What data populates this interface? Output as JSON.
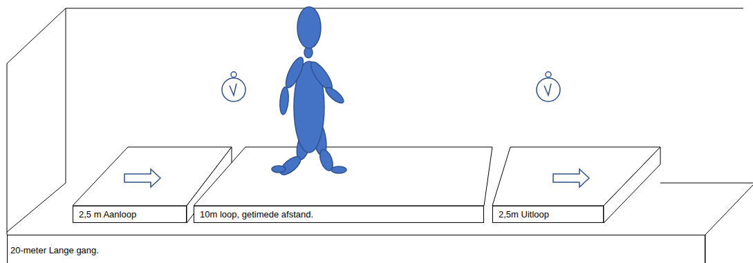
{
  "diagram": {
    "nodes": [
      {
        "text": [
          "2,5 m Aanloop"
        ]
      },
      {
        "text": [
          "10m loop, getimede afstand."
        ]
      },
      {
        "text": [
          "2,5m Uitloop"
        ]
      },
      {
        "text": [
          "20-meter Lange gang."
        ]
      }
    ]
  }
}
